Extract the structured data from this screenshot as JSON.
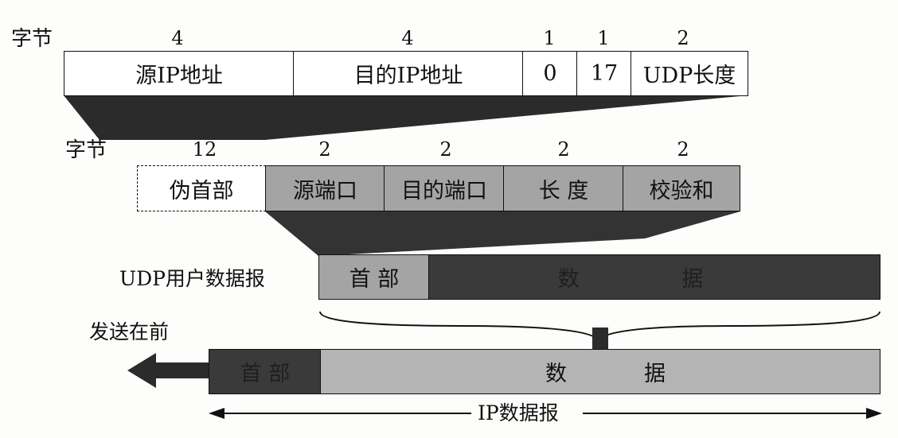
{
  "row1": {
    "unit_label": "字节",
    "sizes": [
      "4",
      "4",
      "1",
      "1",
      "2"
    ],
    "fields": [
      "源IP地址",
      "目的IP地址",
      "0",
      "17",
      "UDP长度"
    ]
  },
  "row2": {
    "unit_label": "字节",
    "sizes": [
      "12",
      "2",
      "2",
      "2",
      "2"
    ],
    "pseudo_header": "伪首部",
    "fields": [
      "源端口",
      "目的端口",
      "长 度",
      "校验和"
    ]
  },
  "row3": {
    "label": "UDP用户数据报",
    "header": "首 部",
    "data": "数 据"
  },
  "row4": {
    "send_first": "发送在前",
    "header": "首 部",
    "data_1": "数",
    "data_2": "据",
    "span_label": "IP数据报"
  },
  "colors": {
    "grey": "#a4a4a4",
    "dark": "#3a3a3a",
    "shadow": "#2b2b2b"
  }
}
